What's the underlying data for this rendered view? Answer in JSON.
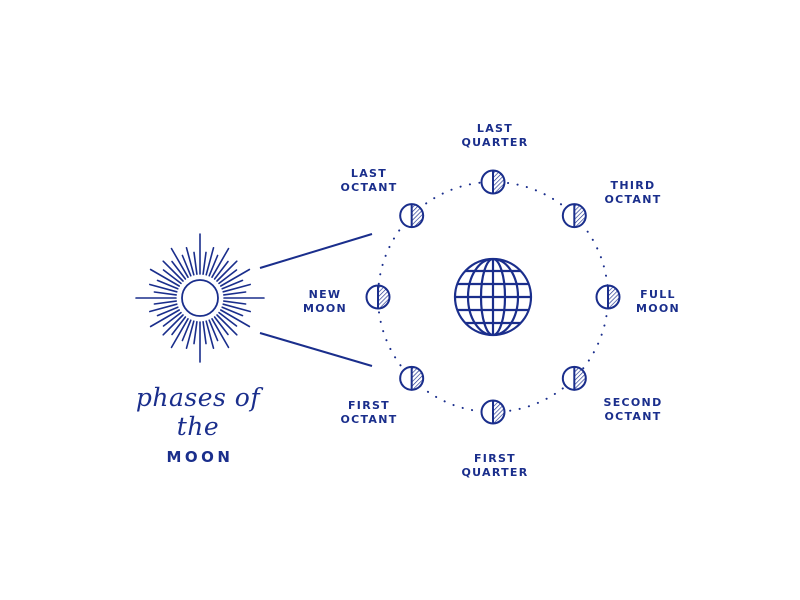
{
  "title": {
    "script": "phases of the",
    "main": "MOON"
  },
  "phases": {
    "last_quarter": [
      "LAST",
      "QUARTER"
    ],
    "third_octant": [
      "THIRD",
      "OCTANT"
    ],
    "full_moon": [
      "FULL",
      "MOON"
    ],
    "second_octant": [
      "SECOND",
      "OCTANT"
    ],
    "first_quarter": [
      "FIRST",
      "QUARTER"
    ],
    "first_octant": [
      "FIRST",
      "OCTANT"
    ],
    "new_moon": [
      "NEW",
      "MOON"
    ],
    "last_octant": [
      "LAST",
      "OCTANT"
    ]
  },
  "icons": {
    "sun": "sun-rays-icon",
    "earth": "globe-icon",
    "moon": "half-moon-icon"
  },
  "colors": {
    "ink": "#1a2e8c",
    "background": "#ffffff"
  }
}
